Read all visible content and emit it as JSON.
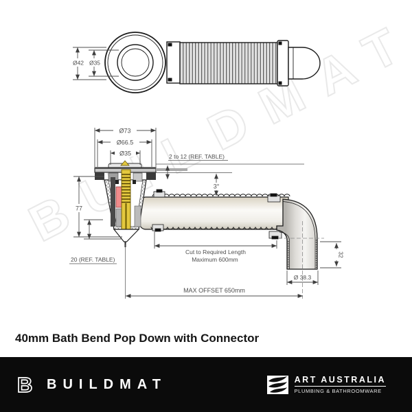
{
  "watermark": "BUILDMAT",
  "title": "40mm Bath Bend Pop Down with Connector",
  "top_view": {
    "dim_outer": "Ø42",
    "dim_inner": "Ø35"
  },
  "section_view": {
    "dim_flange": "Ø73",
    "dim_body": "Ø66.5",
    "dim_throat": "Ø35",
    "dim_adjust": "2 to 12 (REF. TABLE)",
    "dim_fall": "3°",
    "dim_height": "77",
    "dim_depth": "20 (REF. TABLE)",
    "cut_label_1": "Cut to Required Length",
    "cut_label_2": "Maximum 600mm",
    "dim_outlet": "Ø 38.3",
    "dim_spigot": "32",
    "dim_offset": "MAX OFFSET 650mm"
  },
  "footer": {
    "brand_initial": "B",
    "brand": "BUILDMAT",
    "partner": "ART AUSTRALIA",
    "partner_tagline": "PLUMBING & BATHROOMWARE"
  },
  "colors": {
    "mechanism_yellow": "#e3c83e",
    "seal_pink": "#f08b8b",
    "line": "#1b1b1b",
    "dim": "#4f4f4f",
    "footer_bg": "#0b0b0b",
    "watermark_stroke": "#e9e9e9"
  }
}
